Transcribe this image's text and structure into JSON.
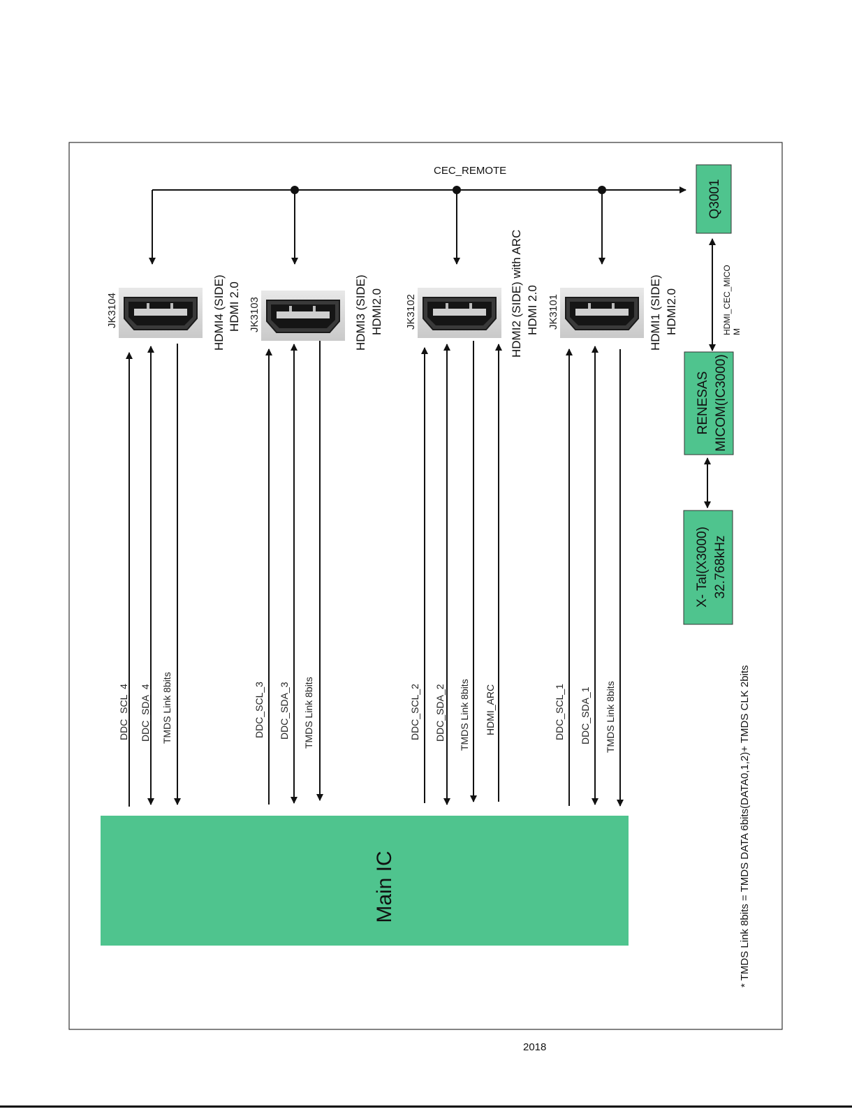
{
  "cec_remote": "CEC_REMOTE",
  "q3001": "Q3001",
  "micom": {
    "line1": "RENESAS",
    "line2": "MICOM(IC3000)"
  },
  "xtal": {
    "line1": "X- Tal(X3000)",
    "line2": "32.768kHz"
  },
  "hdmi_cec_mico": {
    "line1": "HDMI_CEC_MICO",
    "line2": "M"
  },
  "main_ic": "Main IC",
  "footnote": "* TMDS Link 8bits = TMDS DATA 6bits(DATA0,1,2)+ TMDS CLK 2bits",
  "footer_year": "2018",
  "ports": [
    {
      "jack": "JK3104",
      "cap1": "HDMI4 (SIDE)",
      "cap2": "HDMI 2.0",
      "scl": "DDC_SCL_4",
      "sda": "DDC_SDA_4",
      "tmds": "TMDS Link 8bits"
    },
    {
      "jack": "JK3103",
      "cap1": "HDMI3 (SIDE)",
      "cap2": "HDMI2.0",
      "scl": "DDC_SCL_3",
      "sda": "DDC_SDA_3",
      "tmds": "TMDS Link 8bits"
    },
    {
      "jack": "JK3102",
      "cap1": "HDMI2 (SIDE)  with  ARC",
      "cap2": "HDMI 2.0",
      "scl": "DDC_SCL_2",
      "sda": "DDC_SDA_2",
      "tmds": "TMDS Link 8bits",
      "arc": "HDMI_ARC"
    },
    {
      "jack": "JK3101",
      "cap1": "HDMI1 (SIDE)",
      "cap2": "HDMI2.0",
      "scl": "DDC_SCL_1",
      "sda": "DDC_SDA_1",
      "tmds": "TMDS Link 8bits"
    }
  ],
  "colors": {
    "box_green": "#4fc48e",
    "line": "#111111"
  }
}
